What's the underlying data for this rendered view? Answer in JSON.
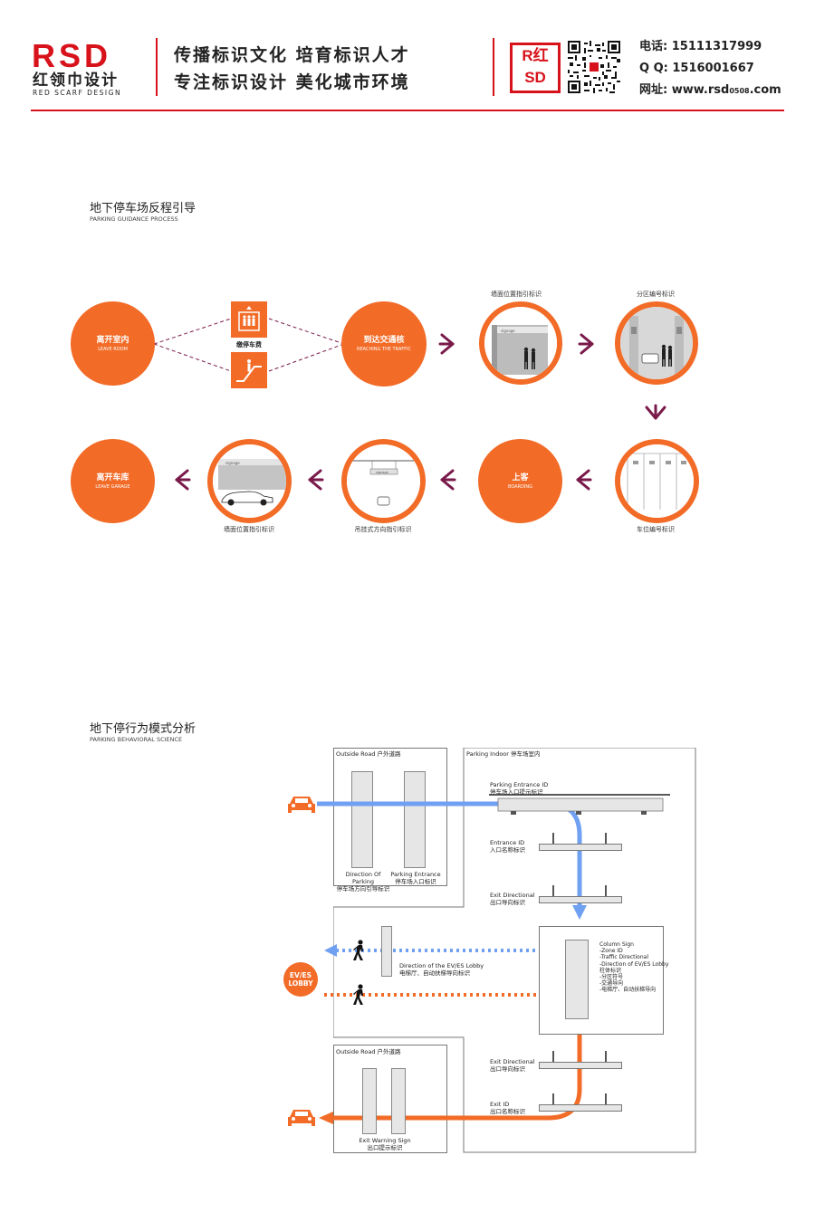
{
  "header": {
    "logo_letters": "RSD",
    "logo_cn": "红领巾设计",
    "logo_en": "RED SCARF DESIGN",
    "slogan_line1": "传播标识文化 培育标识人才",
    "slogan_line2": "专注标识设计 美化城市环境",
    "badge_top": "R红",
    "badge_bottom": "SD",
    "phone": "电话: 15111317999",
    "qq": "Q Q: 1516001667",
    "site_label": "网址: www.rsd",
    "site_small": "0508",
    "site_end": ".com",
    "brand_color": "#d8121a"
  },
  "section1": {
    "title": "地下停车场反程引导",
    "subtitle": "PARKING GUIDANCE PROCESS",
    "nodes": {
      "leave_room_cn": "离开室内",
      "leave_room_en": "LEAVE ROOM",
      "reach_cn": "到达交通核",
      "reach_en": "REACHING THE TRAFFIC",
      "boarding_cn": "上客",
      "boarding_en": "BOARDING",
      "leave_garage_cn": "离开车库",
      "leave_garage_en": "LEAVE GARAGE"
    },
    "pay_label": "缴停车费",
    "captions": {
      "wall_sign_top": "墙面位置指引标识",
      "zone_sign": "分区编号标识",
      "space_sign": "车位编号标识",
      "hanging_sign": "吊挂式方向指引标识",
      "wall_sign_bottom": "墙面位置指引标识"
    },
    "sign_text": "signage",
    "accent": "#f26b27",
    "arrow_color": "#7a1a4a"
  },
  "section2": {
    "title": "地下停行为模式分析",
    "subtitle": "PARKING BEHAVIORAL SCIENCE",
    "outside_road_top": "Outside Road 户外道路",
    "parking_indoor": "Parking Indoor 停车场室内",
    "direction_parking_en": "Direction Of Parking",
    "direction_parking_cn": "停车场方向引导标识",
    "parking_entrance_en": "Parking Entrance",
    "parking_entrance_cn": "停车场入口标识",
    "entrance_id_top_en": "Parking Entrance ID",
    "entrance_id_top_cn": "停车场入口提示标识",
    "entrance_id_en": "Entrance ID",
    "entrance_id_cn": "入口名称标识",
    "exit_dir1_en": "Exit Directional",
    "exit_dir1_cn": "出口导向标识",
    "column_sign_lines": [
      "Column Sign",
      "-Zone ID",
      "-Traffic Directional",
      "-Direction of EV/ES Lobby",
      "柱体标识",
      "-分区符号",
      "-交通导向",
      "-电梯厅、自动扶梯导向"
    ],
    "lobby_dir_en": "Direction of the EV/ES Lobby",
    "lobby_dir_cn": "电梯厅、自动扶梯导向标识",
    "lobby_line1": "EV/ES",
    "lobby_line2": "LOBBY",
    "exit_dir2_en": "Exit Directional",
    "exit_dir2_cn": "出口导向标识",
    "exit_id_en": "Exit ID",
    "exit_id_cn": "出口名称标识",
    "outside_road_bottom": "Outside Road 户外道路",
    "exit_warning_en": "Exit Warning Sign",
    "exit_warning_cn": "出口提示标识",
    "blue": "#6fa0f2",
    "orange": "#f26b27"
  }
}
